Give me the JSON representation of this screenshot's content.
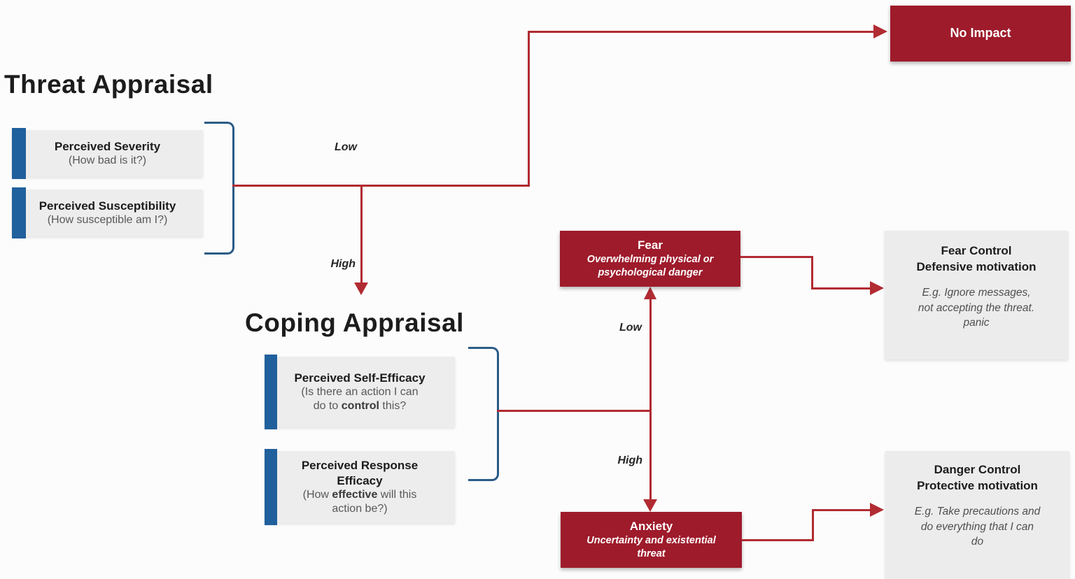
{
  "colors": {
    "red_box": "#9E1B2B",
    "red_line": "#B12B32",
    "blue_bar": "#20609C",
    "blue_bracket": "#2B5C87",
    "gray_box": "#EDEDED",
    "text_dark": "#1C1C1C",
    "text_gray": "#585858"
  },
  "headings": {
    "threat": "Threat Appraisal",
    "coping": "Coping Appraisal"
  },
  "threat": {
    "factors": [
      {
        "title": "Perceived Severity",
        "q_pre": "(How bad is it?)",
        "q_bold": "",
        "q_post": ""
      },
      {
        "title": "Perceived Susceptibility",
        "q_pre": "(How susceptible am I?)",
        "q_bold": "",
        "q_post": ""
      }
    ],
    "low_label": "Low",
    "high_label": "High"
  },
  "coping": {
    "factors": [
      {
        "title": "Perceived Self-Efficacy",
        "q_pre": "(Is there an action I can\ndo to ",
        "q_bold": "control",
        "q_post": " this?"
      },
      {
        "title": "Perceived Response\nEfficacy",
        "q_pre": "(How ",
        "q_bold": "effective",
        "q_post": " will this\naction be?)"
      }
    ],
    "low_label": "Low",
    "high_label": "High"
  },
  "emotions": {
    "fear": {
      "title": "Fear",
      "subtitle": "Overwhelming physical or\npsychological danger"
    },
    "anxiety": {
      "title": "Anxiety",
      "subtitle": "Uncertainty and existential\nthreat"
    }
  },
  "outcomes": {
    "no_impact": {
      "title": "No Impact"
    },
    "fear_control": {
      "title": "Fear Control\nDefensive motivation",
      "example": "E.g. Ignore messages,\nnot accepting the threat.\npanic"
    },
    "danger_control": {
      "title": "Danger Control\nProtective motivation",
      "example": "E.g. Take precautions and\ndo everything that I can\ndo"
    }
  }
}
